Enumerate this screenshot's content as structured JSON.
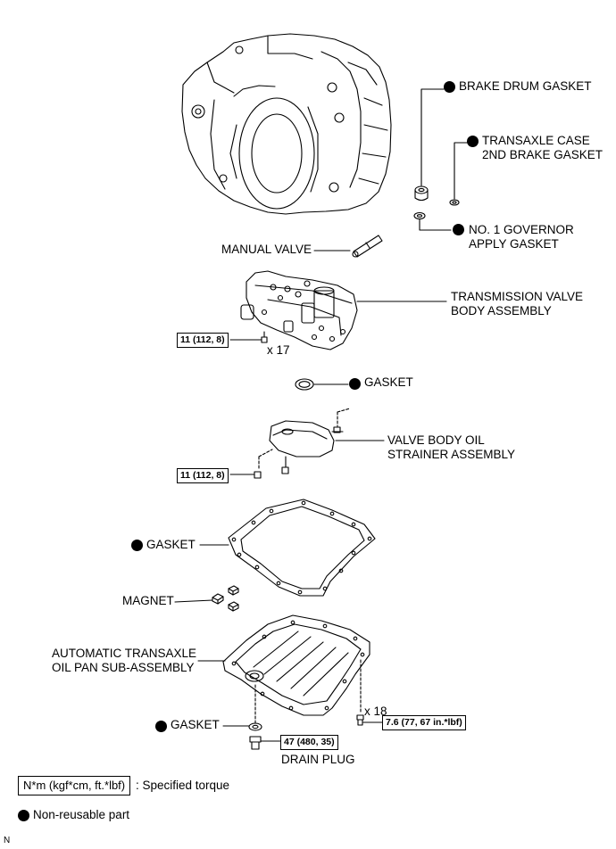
{
  "labels": {
    "brake_drum_gasket": "BRAKE DRUM GASKET",
    "transaxle_case_line1": "TRANSAXLE CASE",
    "transaxle_case_line2": "2ND BRAKE GASKET",
    "governor_line1": "NO. 1 GOVERNOR",
    "governor_line2": "APPLY GASKET",
    "manual_valve": "MANUAL VALVE",
    "valve_body_line1": "TRANSMISSION VALVE",
    "valve_body_line2": "BODY ASSEMBLY",
    "gasket_1": "GASKET",
    "strainer_line1": "VALVE BODY OIL",
    "strainer_line2": "STRAINER ASSEMBLY",
    "gasket_2": "GASKET",
    "magnet": "MAGNET",
    "oil_pan_line1": "AUTOMATIC TRANSAXLE",
    "oil_pan_line2": "OIL PAN SUB-ASSEMBLY",
    "gasket_3": "GASKET",
    "drain_plug": "DRAIN PLUG"
  },
  "torques": {
    "valve_body_bolt": "11 (112, 8)",
    "strainer_bolt": "11 (112, 8)",
    "oil_pan_bolt": "7.6 (77, 67 in.*lbf)",
    "drain_plug": "47 (480, 35)"
  },
  "counts": {
    "valve_body_bolts": "x 17",
    "oil_pan_bolts": "x 18"
  },
  "legend": {
    "torque_box": "N*m (kgf*cm, ft.*lbf)",
    "torque_text": ": Specified torque",
    "nonreusable_text": "Non-reusable part"
  },
  "corner_mark": "N"
}
